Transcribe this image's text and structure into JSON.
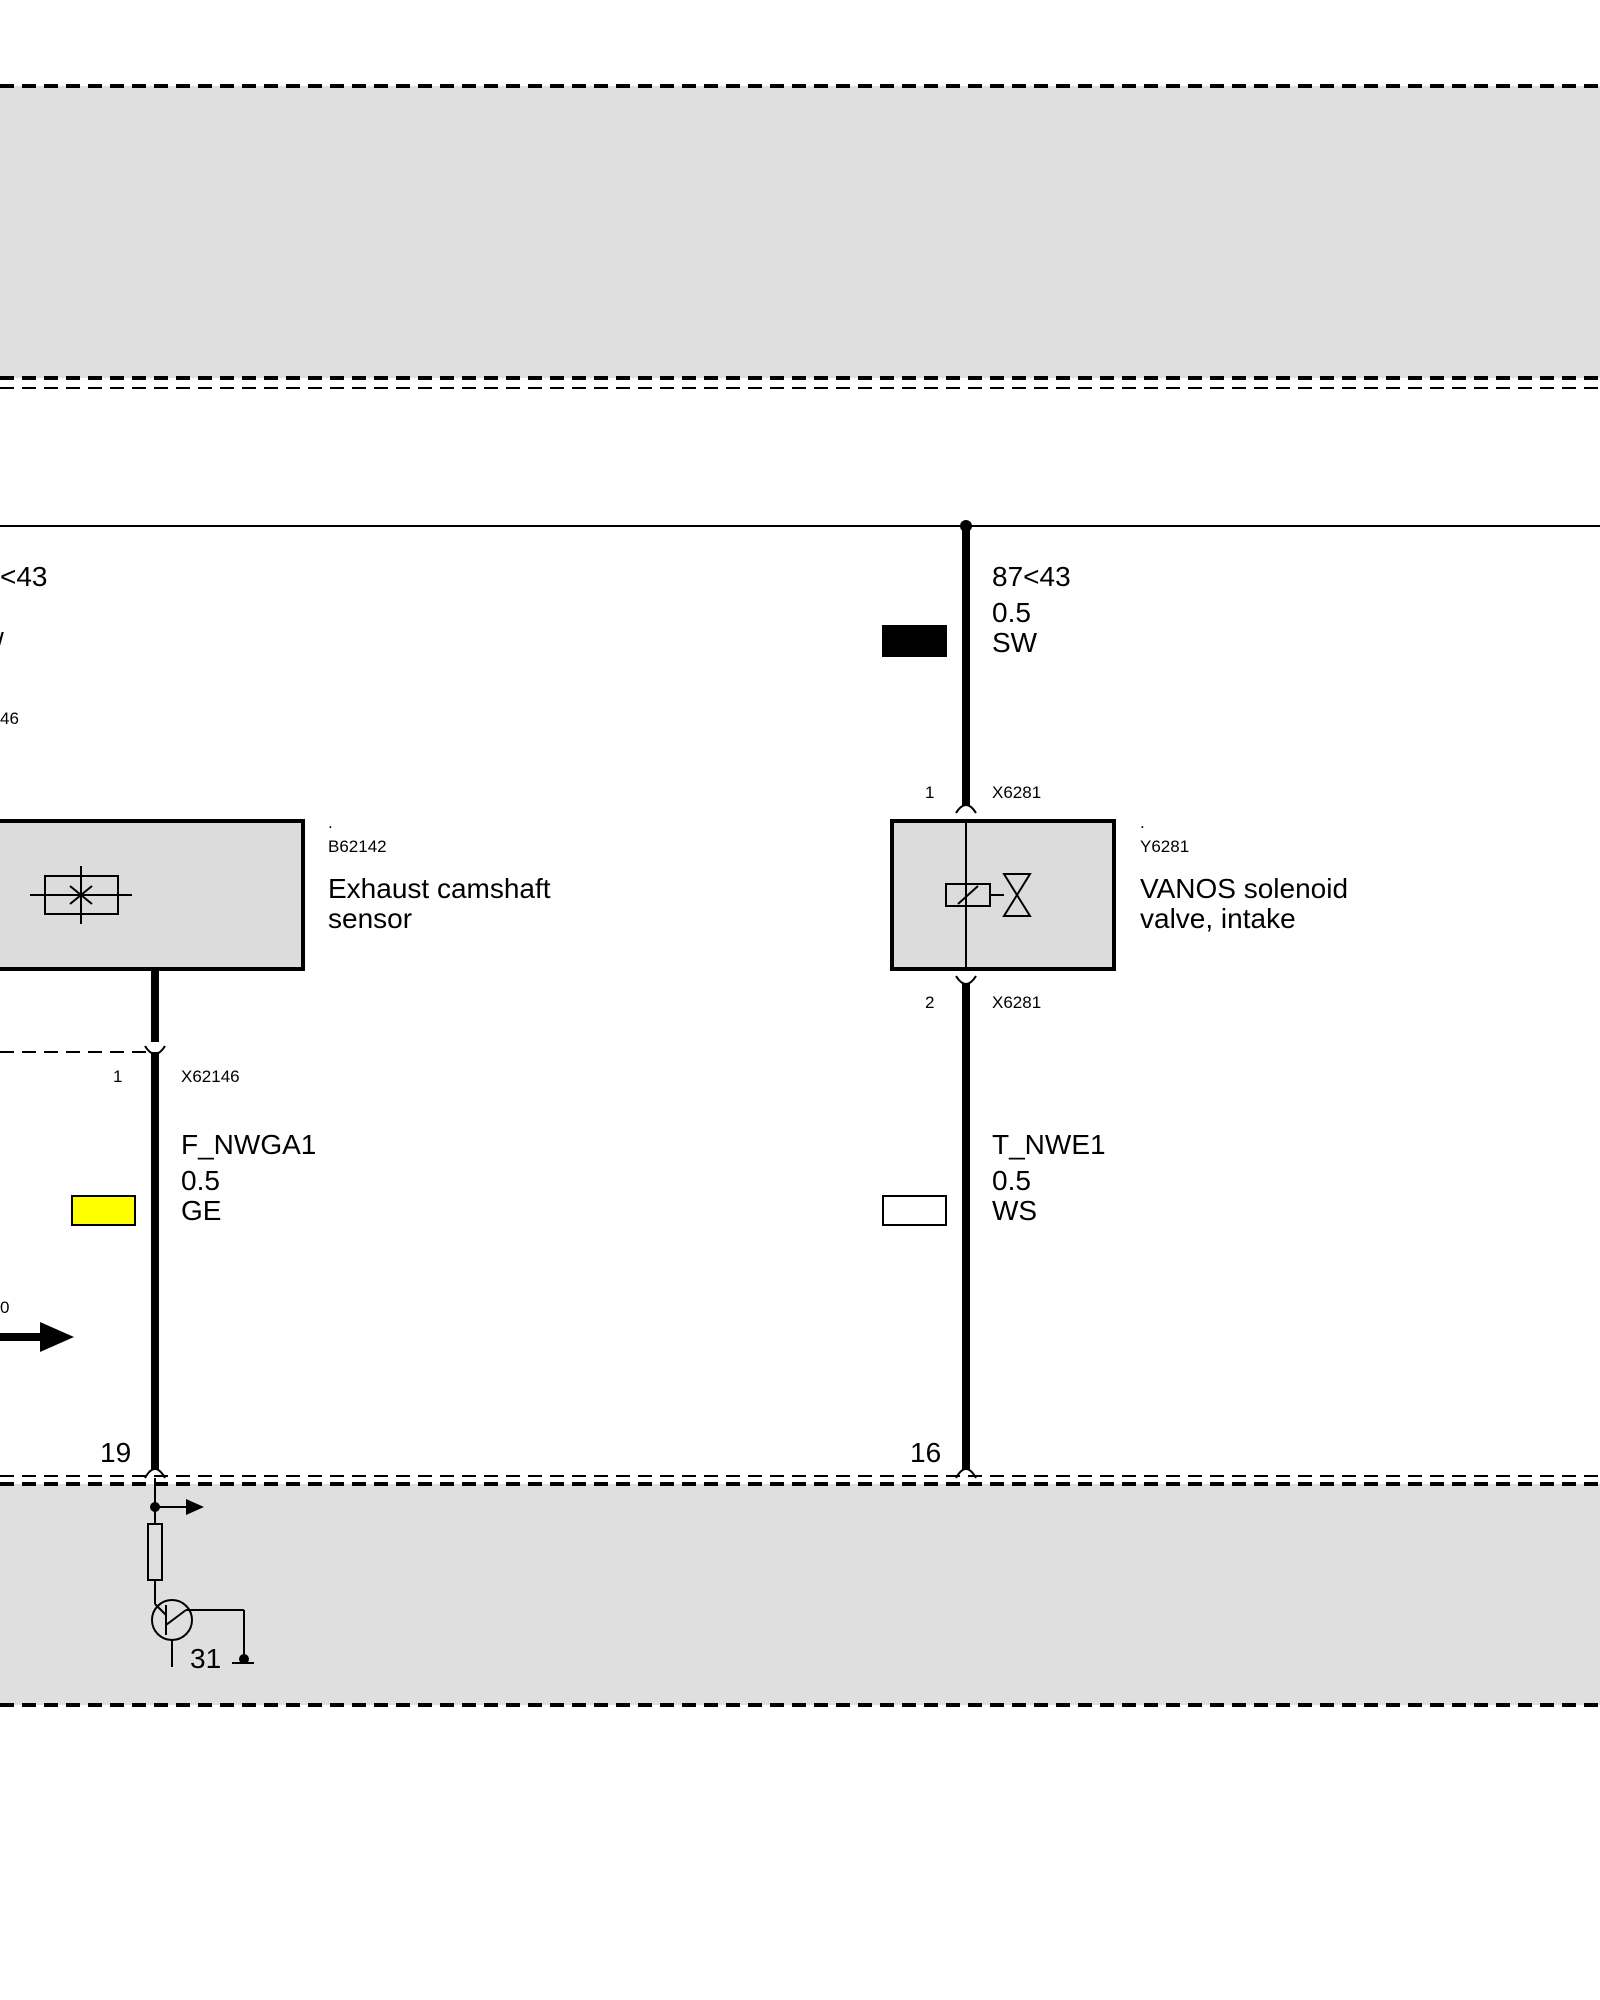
{
  "colors": {
    "module_fill": "#dfdfdf",
    "component_fill": "#dcdcdc",
    "swatch_ge": "#ffff00",
    "swatch_sw": "#000000",
    "swatch_ws": "#ffffff"
  },
  "left_partial": {
    "wire_label": "<43",
    "wire_color_fragment": "/",
    "connector_fragment": "46",
    "arrow_label_fragment": "0"
  },
  "left_branch": {
    "component": {
      "dot": ".",
      "id": "B62142",
      "name_line1": "Exhaust camshaft",
      "name_line2": "sensor",
      "icon": "sensor-symbol"
    },
    "connector": {
      "pin": "1",
      "id": "X62146"
    },
    "wire": {
      "name": "F_NWGA1",
      "gauge": "0.5",
      "color": "GE"
    },
    "module_pin": "19"
  },
  "right_branch": {
    "top_wire": {
      "name": "87<43",
      "gauge": "0.5",
      "color": "SW"
    },
    "connector_top": {
      "pin": "1",
      "id": "X6281"
    },
    "component": {
      "dot": ".",
      "id": "Y6281",
      "name_line1": "VANOS solenoid",
      "name_line2": "valve, intake",
      "icon": "solenoid-valve-symbol"
    },
    "connector_bottom": {
      "pin": "2",
      "id": "X6281"
    },
    "wire": {
      "name": "T_NWE1",
      "gauge": "0.5",
      "color": "WS"
    },
    "module_pin": "16"
  },
  "ground": {
    "label": "31"
  }
}
